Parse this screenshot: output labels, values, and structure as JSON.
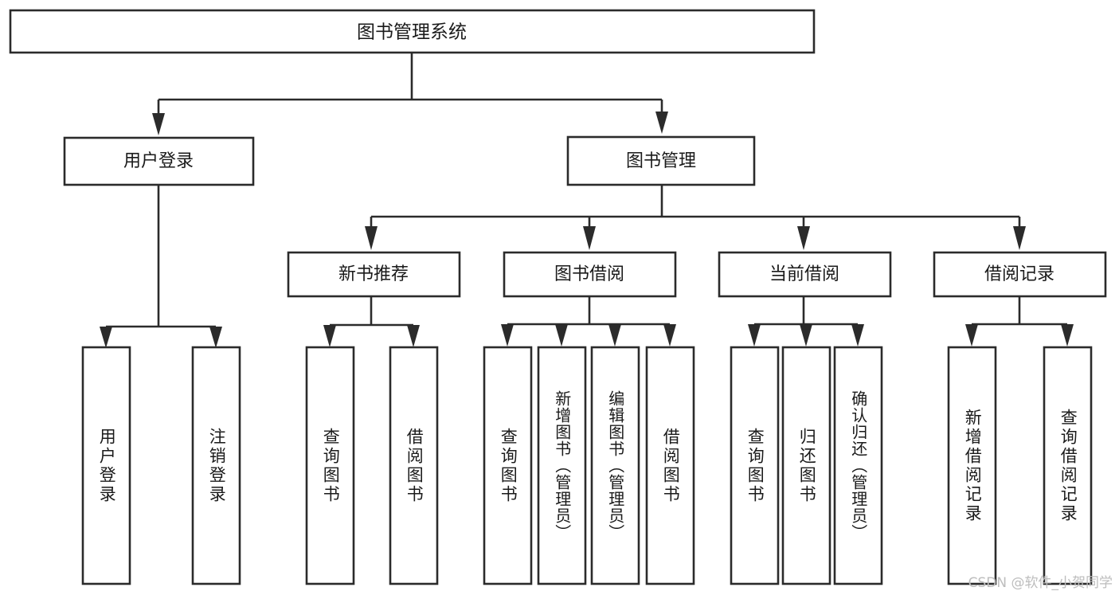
{
  "diagram": {
    "type": "hierarchy-tree",
    "orientation": "top-down",
    "root": {
      "id": "root",
      "label": "图书管理系统"
    },
    "level1": [
      {
        "id": "user-login",
        "label": "用户登录"
      },
      {
        "id": "book-management",
        "label": "图书管理"
      }
    ],
    "level2": [
      {
        "id": "new-book-recommend",
        "label": "新书推荐",
        "parent": "book-management"
      },
      {
        "id": "book-borrow",
        "label": "图书借阅",
        "parent": "book-management"
      },
      {
        "id": "current-borrow",
        "label": "当前借阅",
        "parent": "book-management"
      },
      {
        "id": "borrow-record",
        "label": "借阅记录",
        "parent": "book-management"
      }
    ],
    "leaves": [
      {
        "id": "leaf-user-login",
        "label": "用户登录",
        "parent": "user-login"
      },
      {
        "id": "leaf-user-logout",
        "label": "注销登录",
        "parent": "user-login"
      },
      {
        "id": "leaf-query-book-1",
        "label": "查询图书",
        "parent": "new-book-recommend"
      },
      {
        "id": "leaf-borrow-book-1",
        "label": "借阅图书",
        "parent": "new-book-recommend"
      },
      {
        "id": "leaf-query-book-2",
        "label": "查询图书",
        "parent": "book-borrow"
      },
      {
        "id": "leaf-add-book",
        "label": "新增图书（管理员）",
        "parent": "book-borrow"
      },
      {
        "id": "leaf-edit-book",
        "label": "编辑图书（管理员）",
        "parent": "book-borrow"
      },
      {
        "id": "leaf-borrow-book-2",
        "label": "借阅图书",
        "parent": "book-borrow"
      },
      {
        "id": "leaf-query-book-3",
        "label": "查询图书",
        "parent": "current-borrow"
      },
      {
        "id": "leaf-return-book",
        "label": "归还图书",
        "parent": "current-borrow"
      },
      {
        "id": "leaf-confirm-return",
        "label": "确认归还（管理员）",
        "parent": "current-borrow"
      },
      {
        "id": "leaf-add-record",
        "label": "新增借阅记录",
        "parent": "borrow-record"
      },
      {
        "id": "leaf-query-record",
        "label": "查询借阅记录",
        "parent": "borrow-record"
      }
    ],
    "colors": {
      "stroke": "#2b2b2b",
      "fill": "#ffffff",
      "text": "#1a1a1a",
      "watermark": "#bdbdbd",
      "background": "#ffffff"
    }
  },
  "watermark": {
    "text": "CSDN @软件_小贺同学"
  }
}
